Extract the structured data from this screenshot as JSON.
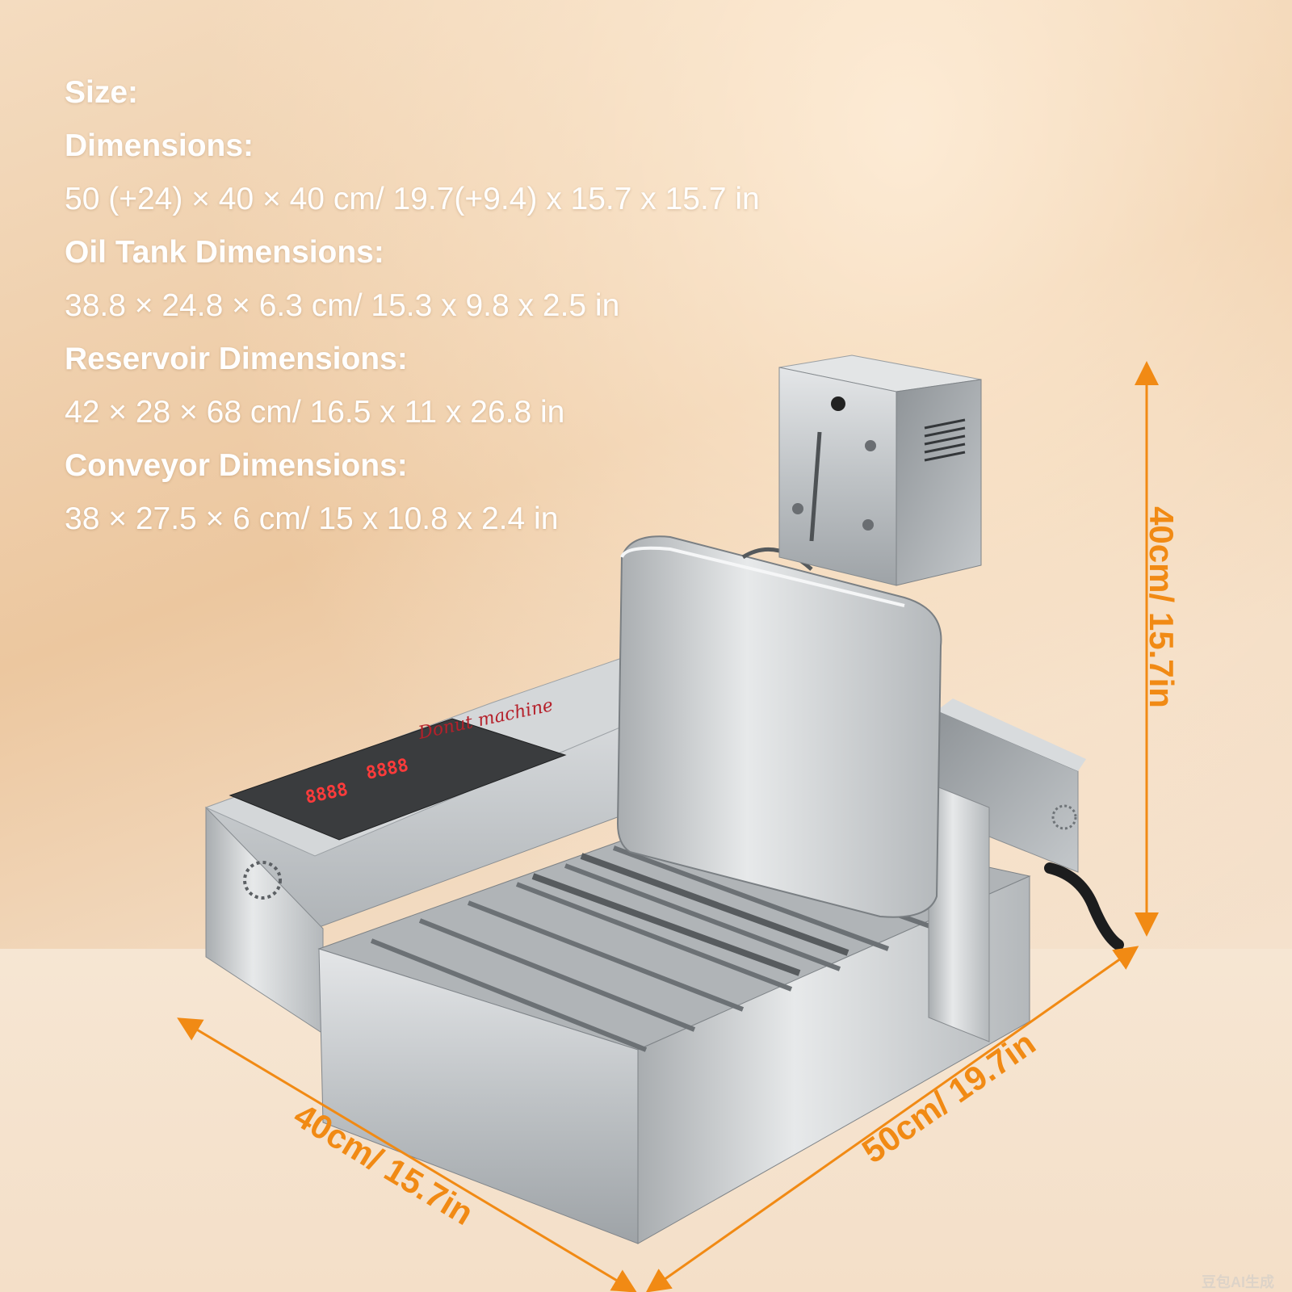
{
  "specs": {
    "size_heading": "Size:",
    "dimensions_heading": "Dimensions:",
    "dimensions_value": "50 (+24) × 40 × 40 cm/ 19.7(+9.4) x 15.7 x 15.7 in",
    "oil_tank_heading": "Oil Tank Dimensions:",
    "oil_tank_value": "38.8 × 24.8 × 6.3 cm/ 15.3 x 9.8 x 2.5 in",
    "reservoir_heading": "Reservoir Dimensions:",
    "reservoir_value": "42 × 28 × 68 cm/ 16.5 x 11 x 26.8 in",
    "conveyor_heading": "Conveyor Dimensions:",
    "conveyor_value": "38 × 27.5 × 6 cm/ 15 x 10.8 x 2.4 in"
  },
  "measurements": {
    "height_label": "40cm/ 15.7in",
    "depth_label": "40cm/ 15.7in",
    "width_label": "50cm/ 19.7in"
  },
  "panel": {
    "brand_text": "Donut machine",
    "display_top": "8888",
    "display_bottom": "8888"
  },
  "watermark": "豆包AI生成",
  "colors": {
    "accent": "#f18a14",
    "text": "#ffffff",
    "steel": "#c9ccce"
  }
}
